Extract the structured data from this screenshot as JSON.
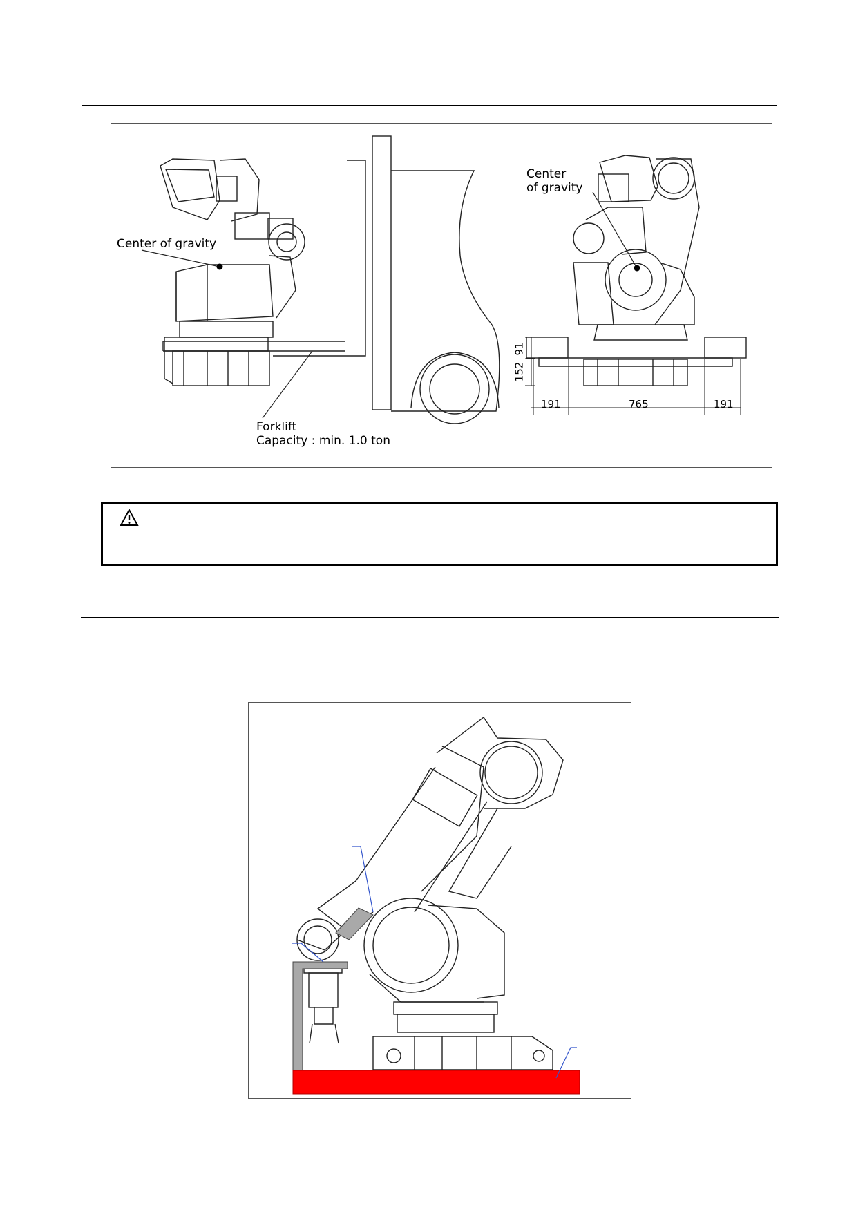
{
  "figure1": {
    "label_cog_left": "Center of gravity",
    "label_cog_right_line1": "Center",
    "label_cog_right_line2": "of gravity",
    "forklift_line1": "Forklift",
    "forklift_line2": "Capacity : min. 1.0 ton",
    "dim_height_upper": "91",
    "dim_height_lower": "152",
    "dim_left": "191",
    "dim_center": "765",
    "dim_right": "191"
  },
  "caution": {
    "icon": "warning-triangle-icon"
  },
  "figure2": {
    "base_color": "#ff0000",
    "pointer_color": "#3355cc"
  }
}
